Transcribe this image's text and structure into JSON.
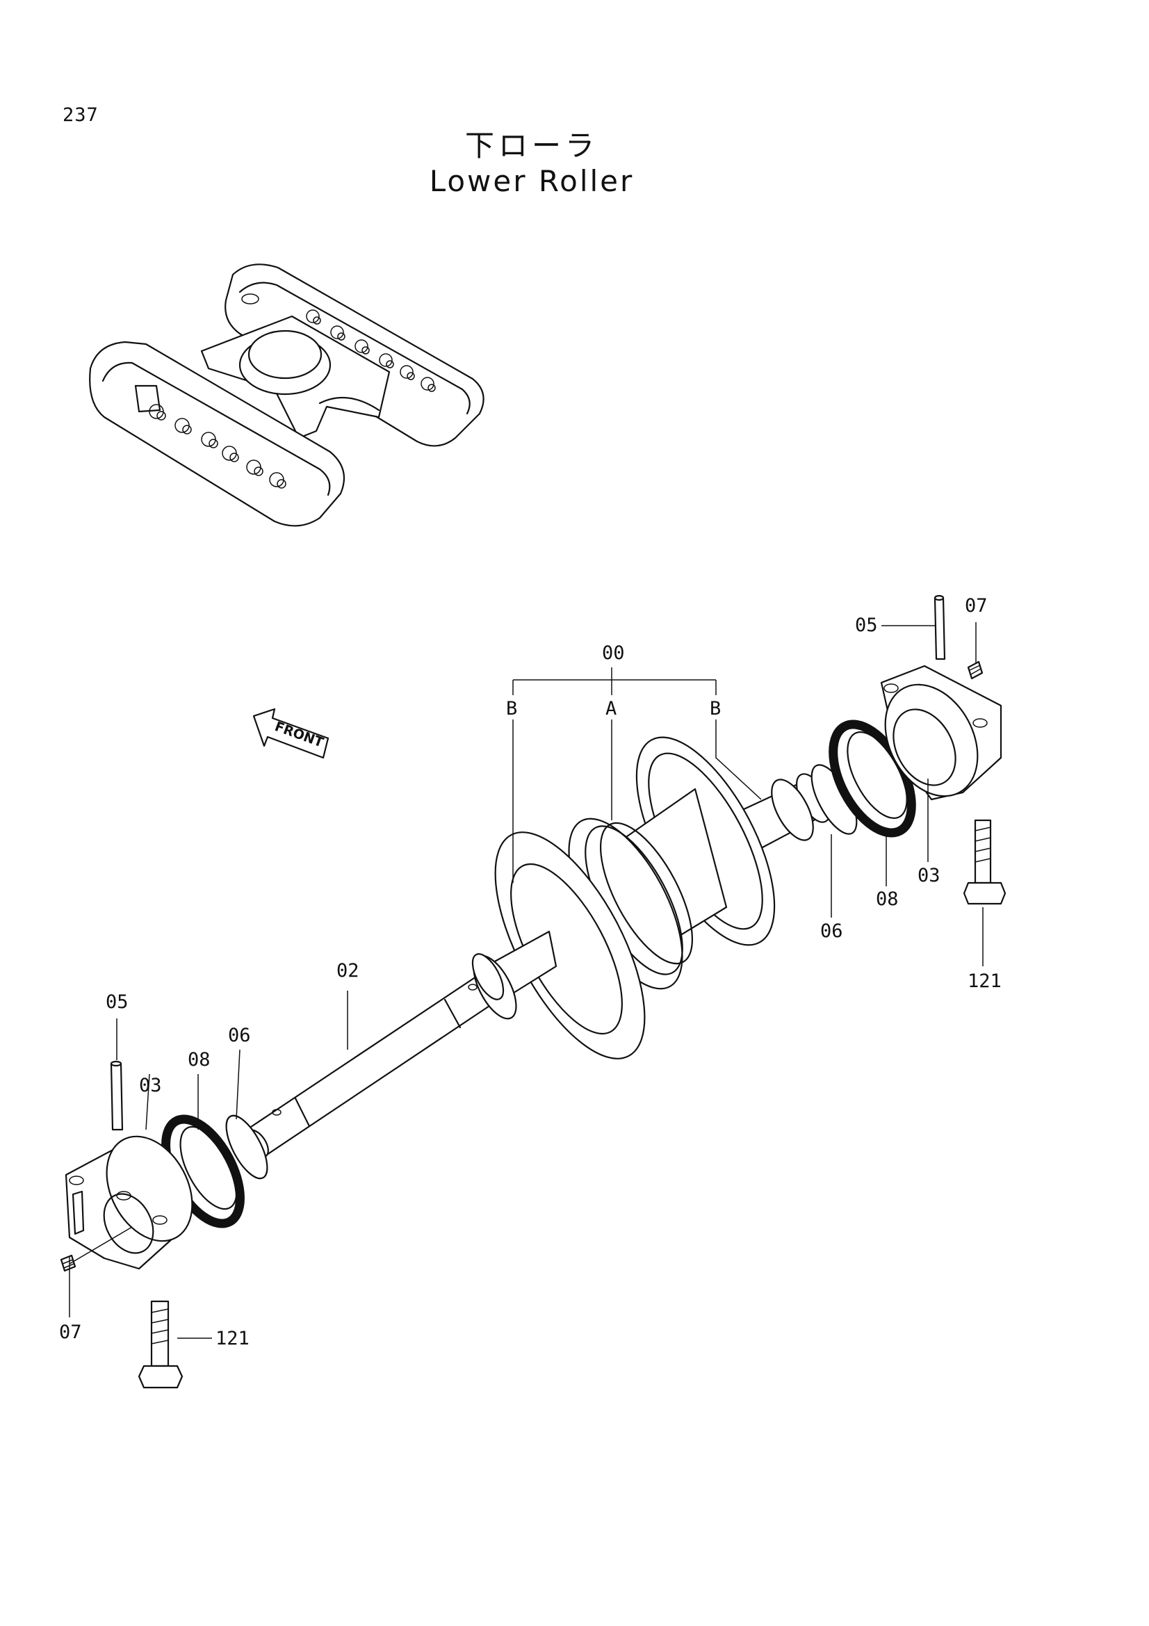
{
  "page": {
    "number": "237"
  },
  "title": {
    "jp": "下ローラ",
    "en": "Lower Roller"
  },
  "front_arrow": "FRONT",
  "labels": {
    "assembly": "00",
    "part_a": "A",
    "part_b": "B",
    "shaft": "02",
    "collar": "03",
    "pin": "05",
    "o_ring": "06",
    "plug": "07",
    "floating_seal": "08",
    "bolt": "121"
  }
}
